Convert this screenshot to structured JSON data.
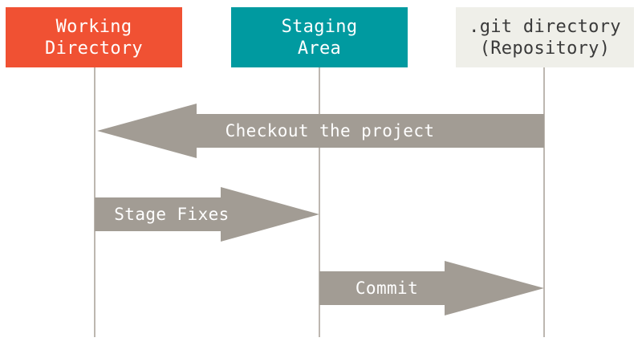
{
  "colors": {
    "working": "#f05133",
    "staging": "#009aa0",
    "repository": "#efefe9",
    "arrow": "#a29c94",
    "lifeline": "#bdb7b0",
    "header_text_light": "#ffffff",
    "header_text_dark": "#3a3a3a"
  },
  "columns": [
    {
      "id": "working",
      "lines": [
        "Working",
        "Directory"
      ]
    },
    {
      "id": "staging",
      "lines": [
        "Staging",
        "Area"
      ]
    },
    {
      "id": "repository",
      "lines": [
        ".git directory",
        "(Repository)"
      ]
    }
  ],
  "arrows": [
    {
      "label": "Checkout the project",
      "from": "repository",
      "to": "working"
    },
    {
      "label": "Stage Fixes",
      "from": "working",
      "to": "staging"
    },
    {
      "label": "Commit",
      "from": "staging",
      "to": "repository"
    }
  ]
}
